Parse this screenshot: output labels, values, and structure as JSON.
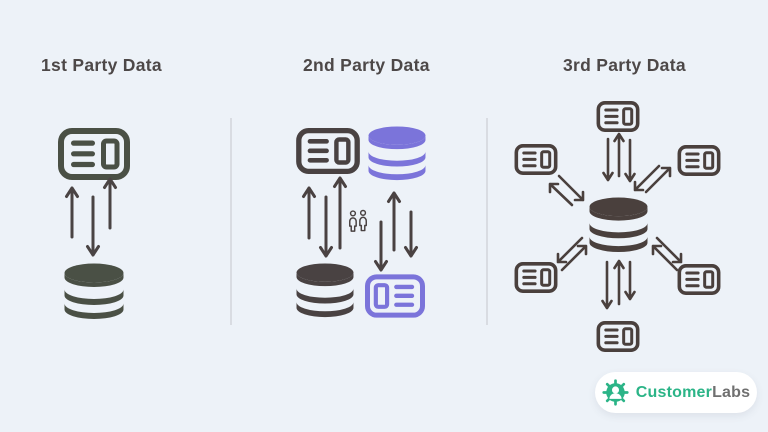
{
  "canvas": {
    "background": "#edf2f8",
    "divider_color": "#d9dce2"
  },
  "sections": [
    {
      "title": "1st Party Data",
      "theme_color": "#4a5045",
      "arrow_color": "#4a4444",
      "icons": [
        "browser-window-icon",
        "database-icon"
      ],
      "arrows": [
        "up",
        "down",
        "up"
      ]
    },
    {
      "title": "2nd Party Data",
      "dark_color": "#494242",
      "accent_color": "#7b74da",
      "icons": [
        "browser-window-icon",
        "database-icon-purple",
        "partnership-people-icon",
        "database-icon",
        "browser-window-icon-purple"
      ],
      "arrows_left": [
        "up",
        "down",
        "up"
      ],
      "arrows_right": [
        "down",
        "up",
        "down"
      ]
    },
    {
      "title": "3rd Party Data",
      "theme_color": "#4a403d",
      "icons": [
        "database-icon-center",
        "browser-window-icon-top",
        "browser-window-icon-upper-left",
        "browser-window-icon-upper-right",
        "browser-window-icon-lower-left",
        "browser-window-icon-lower-right",
        "browser-window-icon-bottom"
      ],
      "arrows": [
        "bidirectional-top",
        "bidirectional-upper-left",
        "bidirectional-upper-right",
        "bidirectional-lower-left",
        "bidirectional-lower-right",
        "bidirectional-bottom"
      ]
    }
  ],
  "logo": {
    "icon": "gear-person-icon",
    "text": [
      {
        "value": "Customer",
        "color": "#2bb487"
      },
      {
        "value": "Labs",
        "color": "#707070"
      }
    ]
  }
}
